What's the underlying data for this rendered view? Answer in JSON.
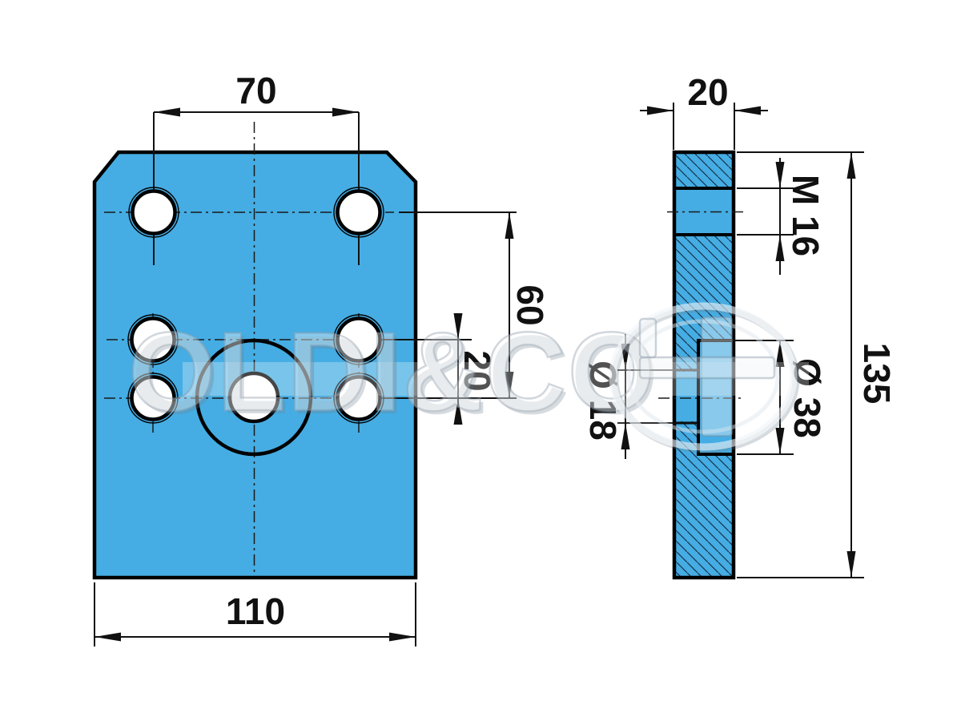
{
  "drawing": {
    "watermark": {
      "brand": "OLDI&CO"
    },
    "front_view": {
      "dim_hole_spacing_x": "70",
      "dim_hole_spacing_y": "60",
      "dim_row_offset": "20",
      "dim_plate_width": "110"
    },
    "side_view": {
      "dim_thickness": "20",
      "dim_thread": "M 16",
      "dim_pocket_diameter": "Ø 38",
      "dim_hole_diameter": "Ø 18",
      "dim_plate_height": "135"
    },
    "colors": {
      "plate_fill": "#45ADE3",
      "line": "#000000",
      "dimension_line": "#111111"
    }
  }
}
